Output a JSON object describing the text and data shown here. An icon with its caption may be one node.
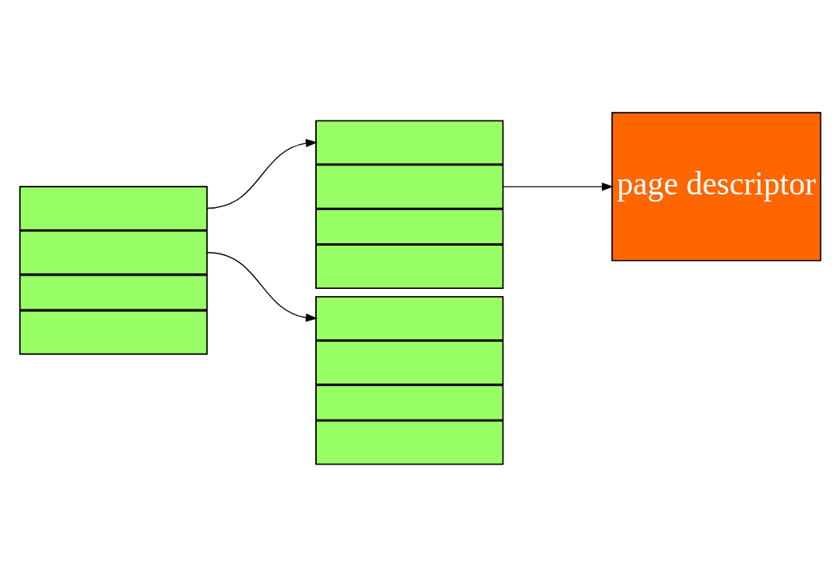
{
  "diagram": {
    "nodes": [
      {
        "text": [],
        "shape": "box"
      },
      {
        "text": [],
        "shape": "box",
        "in": 0
      },
      {
        "text": [],
        "shape": "box",
        "in": 0
      },
      {
        "text": [],
        "shape": "box",
        "in": 0
      },
      {
        "text": [],
        "shape": "box",
        "in": 0
      },
      {
        "text": [],
        "shape": "box"
      },
      {
        "text": [],
        "shape": "box",
        "in": 5
      },
      {
        "text": [],
        "shape": "box",
        "in": 5
      },
      {
        "text": [],
        "shape": "box",
        "in": 5
      },
      {
        "text": [],
        "shape": "box",
        "in": 5
      },
      {
        "text": [],
        "shape": "box"
      },
      {
        "text": [],
        "shape": "box",
        "in": 10
      },
      {
        "text": [],
        "shape": "box",
        "in": 10
      },
      {
        "text": [],
        "shape": "box",
        "in": 10
      },
      {
        "text": [],
        "shape": "box",
        "in": 10
      },
      {
        "text": [
          "page descriptor"
        ]
      }
    ],
    "edges": [
      {
        "from": 1,
        "to": 6,
        "arrow": "to"
      },
      {
        "from": 2,
        "to": 11,
        "arrow": "to"
      },
      {
        "from": 7,
        "to": 15,
        "arrow": "to"
      }
    ]
  }
}
